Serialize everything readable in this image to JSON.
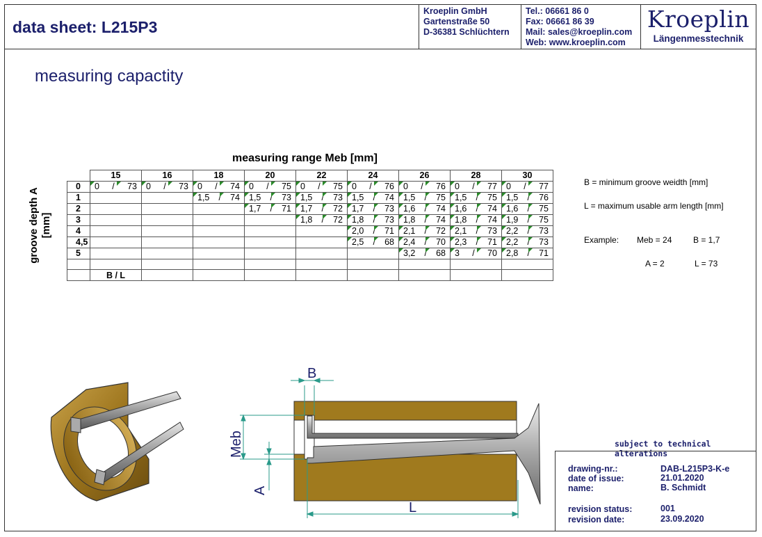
{
  "header": {
    "title": "data sheet:  L215P3",
    "company": [
      "Kroeplin GmbH",
      "Gartenstraße 50",
      "D-36381 Schlüchtern"
    ],
    "contact": [
      "Tel.:  06661 86 0",
      "Fax:  06661 86 39",
      "Mail: sales@kroeplin.com",
      "Web: www.kroeplin.com"
    ],
    "logo_name": "Kroeplin",
    "logo_sub": "Längenmesstechnik"
  },
  "section_title": "measuring capactity",
  "table": {
    "title": "measuring range Meb [mm]",
    "row_axis_label_line1": "groove depth A",
    "row_axis_label_line2": "[mm]",
    "columns": [
      "15",
      "16",
      "18",
      "20",
      "22",
      "24",
      "26",
      "28",
      "30"
    ],
    "rows": [
      {
        "depth": "0",
        "cells": [
          [
            "0",
            "73"
          ],
          [
            "0",
            "73"
          ],
          [
            "0",
            "74"
          ],
          [
            "0",
            "75"
          ],
          [
            "0",
            "75"
          ],
          [
            "0",
            "76"
          ],
          [
            "0",
            "76"
          ],
          [
            "0",
            "77"
          ],
          [
            "0",
            "77"
          ]
        ]
      },
      {
        "depth": "1",
        "cells": [
          null,
          null,
          [
            "1,5",
            "74"
          ],
          [
            "1,5",
            "73"
          ],
          [
            "1,5",
            "73"
          ],
          [
            "1,5",
            "74"
          ],
          [
            "1,5",
            "75"
          ],
          [
            "1,5",
            "75"
          ],
          [
            "1,5",
            "76"
          ]
        ]
      },
      {
        "depth": "2",
        "cells": [
          null,
          null,
          null,
          [
            "1,7",
            "71"
          ],
          [
            "1,7",
            "72"
          ],
          [
            "1,7",
            "73"
          ],
          [
            "1,6",
            "74"
          ],
          [
            "1,6",
            "74"
          ],
          [
            "1,6",
            "75"
          ]
        ]
      },
      {
        "depth": "3",
        "cells": [
          null,
          null,
          null,
          null,
          [
            "1,8",
            "72"
          ],
          [
            "1,8",
            "73"
          ],
          [
            "1,8",
            "74"
          ],
          [
            "1,8",
            "74"
          ],
          [
            "1,9",
            "75"
          ]
        ]
      },
      {
        "depth": "4",
        "cells": [
          null,
          null,
          null,
          null,
          null,
          [
            "2,0",
            "71"
          ],
          [
            "2,1",
            "72"
          ],
          [
            "2,1",
            "73"
          ],
          [
            "2,2",
            "73"
          ]
        ]
      },
      {
        "depth": "4,5",
        "cells": [
          null,
          null,
          null,
          null,
          null,
          [
            "2,5",
            "68"
          ],
          [
            "2,4",
            "70"
          ],
          [
            "2,3",
            "71"
          ],
          [
            "2,2",
            "73"
          ]
        ]
      },
      {
        "depth": "5",
        "cells": [
          null,
          null,
          null,
          null,
          null,
          null,
          [
            "3,2",
            "68"
          ],
          [
            "3",
            "70"
          ],
          [
            "2,8",
            "71"
          ]
        ]
      },
      {
        "depth": "",
        "cells": [
          null,
          null,
          null,
          null,
          null,
          null,
          null,
          null,
          null
        ]
      },
      {
        "depth": "",
        "cells": [
          "B / L",
          null,
          null,
          null,
          null,
          null,
          null,
          null,
          null
        ]
      }
    ]
  },
  "legend": {
    "b_def": "B = minimum groove weidth [mm]",
    "l_def": "L = maximum usable arm length [mm]",
    "example_label": "Example:",
    "example_meb": "Meb = 24",
    "example_b": "B = 1,7",
    "example_a": "A = 2",
    "example_l": "L = 73"
  },
  "drawing_labels": {
    "b": "B",
    "meb": "Meb",
    "a": "A",
    "l": "L"
  },
  "subject_note": "subject to technical alterations",
  "info": {
    "drawing_nr_label": "drawing-nr.:",
    "drawing_nr": "DAB-L215P3-K-e",
    "issue_label": "date of issue:",
    "issue": "21.01.2020",
    "name_label": "name:",
    "name": "B. Schmidt",
    "rev_status_label": "revision status:",
    "rev_status": "001",
    "rev_date_label": "revision date:",
    "rev_date": "23.09.2020"
  },
  "colors": {
    "brand": "#1b1f6b",
    "bronze": "#a07a1e",
    "dim_line": "#2a9a8a",
    "marker": "#2a8a2a"
  }
}
